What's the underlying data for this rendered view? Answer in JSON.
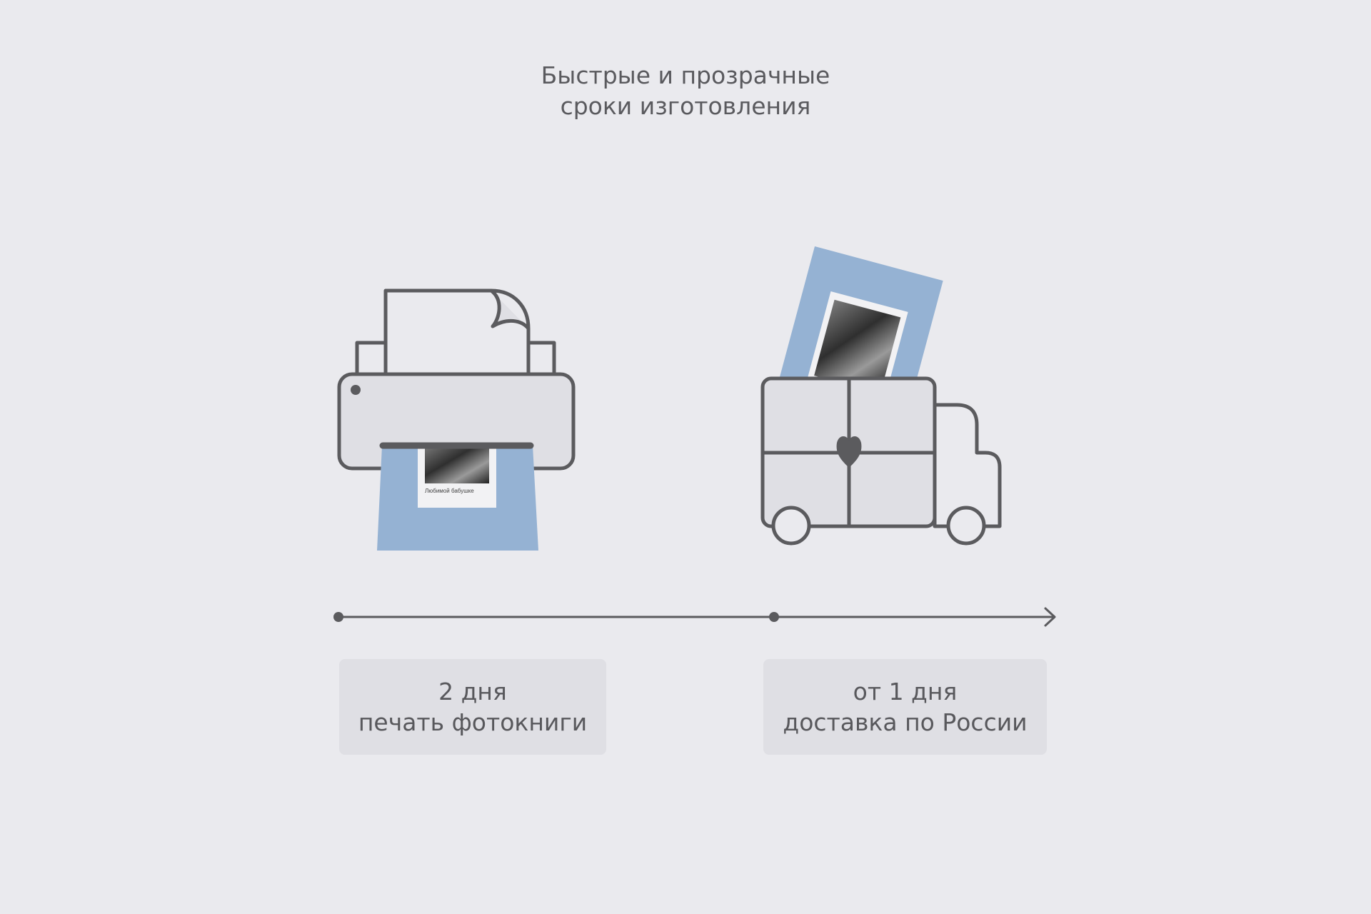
{
  "title": {
    "line1": "Быстрые и прозрачные",
    "line2": "сроки изготовления"
  },
  "book_caption": "Любимой бабушке",
  "steps": [
    {
      "duration": "2 дня",
      "description": "печать фотокниги",
      "icon": "printer-icon"
    },
    {
      "duration": "от 1 дня",
      "description": "доставка по России",
      "icon": "delivery-truck-icon"
    }
  ],
  "colors": {
    "background": "#eaeaee",
    "card": "#dfdfe4",
    "stroke": "#5b5b5e",
    "book_cover": "#95b2d3"
  }
}
